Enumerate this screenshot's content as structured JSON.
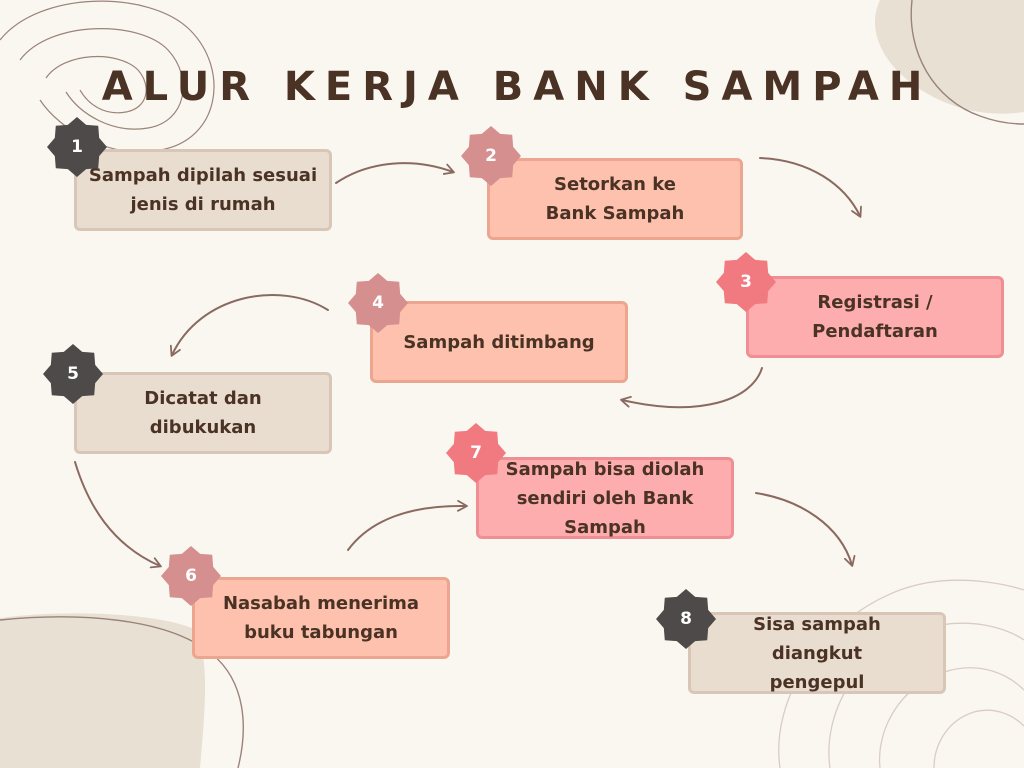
{
  "title": "ALUR KERJA BANK SAMPAH",
  "colors": {
    "background": "#faf7f1",
    "text": "#4a3325",
    "beige": "#e9ddd0",
    "peach": "#fdc1ad",
    "pink": "#fdadad",
    "badge_dark": "#4d4a49",
    "badge_mauve": "#d68f8f",
    "badge_coral": "#f17a80",
    "arrow": "#8a6a60"
  },
  "steps": [
    {
      "number": "1",
      "label": "Sampah dipilah sesuai jenis di rumah",
      "color": "beige",
      "badge_color": "dark"
    },
    {
      "number": "2",
      "label": "Setorkan ke Bank Sampah",
      "color": "peach",
      "badge_color": "mauve"
    },
    {
      "number": "3",
      "label": "Registrasi / Pendaftaran",
      "color": "pink",
      "badge_color": "coral"
    },
    {
      "number": "4",
      "label": "Sampah ditimbang",
      "color": "peach",
      "badge_color": "mauve"
    },
    {
      "number": "5",
      "label": "Dicatat dan dibukukan",
      "color": "beige",
      "badge_color": "dark"
    },
    {
      "number": "6",
      "label": "Nasabah menerima buku tabungan",
      "color": "peach",
      "badge_color": "mauve"
    },
    {
      "number": "7",
      "label": "Sampah bisa diolah sendiri oleh Bank Sampah",
      "color": "pink",
      "badge_color": "coral"
    },
    {
      "number": "8",
      "label": "Sisa sampah diangkut pengepul",
      "color": "beige",
      "badge_color": "dark"
    }
  ]
}
